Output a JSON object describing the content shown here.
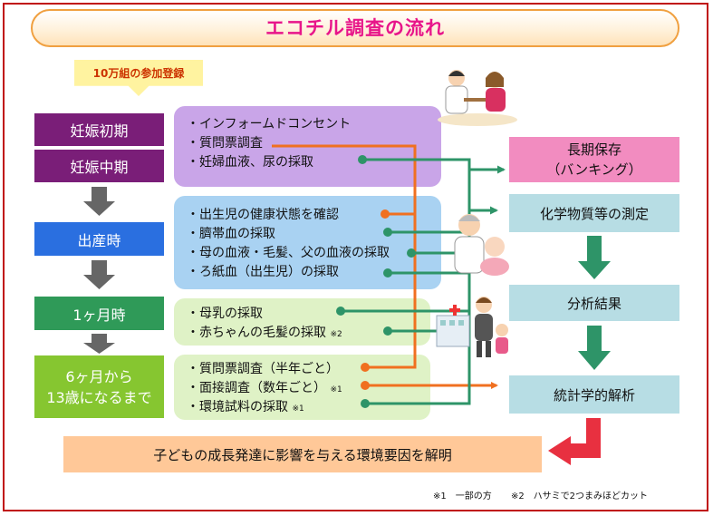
{
  "title": "エコチル調査の流れ",
  "registration": "10万組の参加登録",
  "stages": {
    "early": "妊娠初期",
    "mid": "妊娠中期",
    "birth": "出産時",
    "month1": "1ヶ月時",
    "later_line1": "6ヶ月から",
    "later_line2": "13歳になるまで"
  },
  "pregnancy_items": [
    "・インフォームドコンセント",
    "・質問票調査",
    "・妊婦血液、尿の採取"
  ],
  "birth_items": [
    "・出生児の健康状態を確認",
    "・臍帯血の採取",
    "・母の血液・毛髪、父の血液の採取",
    "・ろ紙血（出生児）の採取"
  ],
  "month1_items": {
    "milk": "・母乳の採取",
    "hair": "・赤ちゃんの毛髪の採取",
    "hair_note": "※2"
  },
  "later_items": {
    "survey": "・質問票調査（半年ごと）",
    "interview": "・面接調査（数年ごと）",
    "interview_note": "※1",
    "env": "・環境試料の採取",
    "env_note": "※1"
  },
  "outcomes": {
    "storage_line1": "長期保存",
    "storage_line2": "（バンキング）",
    "chemical": "化学物質等の測定",
    "analysis": "分析結果",
    "stats": "統計学的解析"
  },
  "conclusion": "子どもの成長発達に影響を与える環境要因を解明",
  "footnotes": {
    "note1": "※1　一部の方",
    "note2": "※2　ハサミで2つまみほどカット"
  },
  "colors": {
    "orange_line": "#f07020",
    "green_line": "#2e9468",
    "title_text": "#e8168a",
    "red_arrow": "#e83040"
  }
}
